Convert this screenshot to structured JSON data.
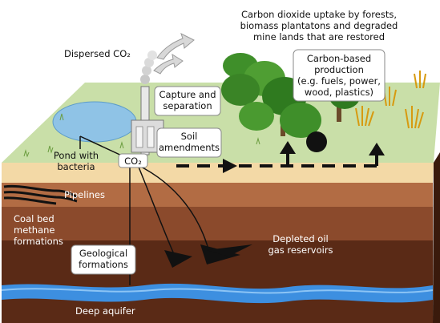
{
  "labels": {
    "uptake_line1": "Carbon dioxide uptake by forests,",
    "uptake_line2": "biomass plantatons and degraded",
    "uptake_line3": "mine lands that are restored",
    "dispersed": "Dispersed CO₂",
    "capture_line1": "Capture and",
    "capture_line2": "separation",
    "carbon_based_line1": "Carbon-based",
    "carbon_based_line2": "production",
    "carbon_based_line3": "(e.g. fuels, power,",
    "carbon_based_line4": "wood, plastics)",
    "soil_line1": "Soil",
    "soil_line2": "amendments",
    "pond_line1": "Pond with",
    "pond_line2": "bacteria",
    "co2": "CO₂",
    "pipelines": "Pipelines",
    "coal_line1": "Coal bed",
    "coal_line2": "methane",
    "coal_line3": "formations",
    "depleted_line1": "Depleted oil",
    "depleted_line2": "gas reservoirs",
    "geological_line1": "Geological",
    "geological_line2": "formations",
    "deep_aquifer": "Deep aquifer"
  },
  "colors": {
    "grass": "#c9dfa8",
    "soil_side": "#f3d9a6",
    "layer_light_brown": "#b26c44",
    "layer_mid_brown": "#8b4a2c",
    "layer_dark_brown": "#5a2a16",
    "aquifer": "#3d8fe0",
    "pond": "#8fc3e6",
    "tree_green": "#3f8f2a"
  }
}
